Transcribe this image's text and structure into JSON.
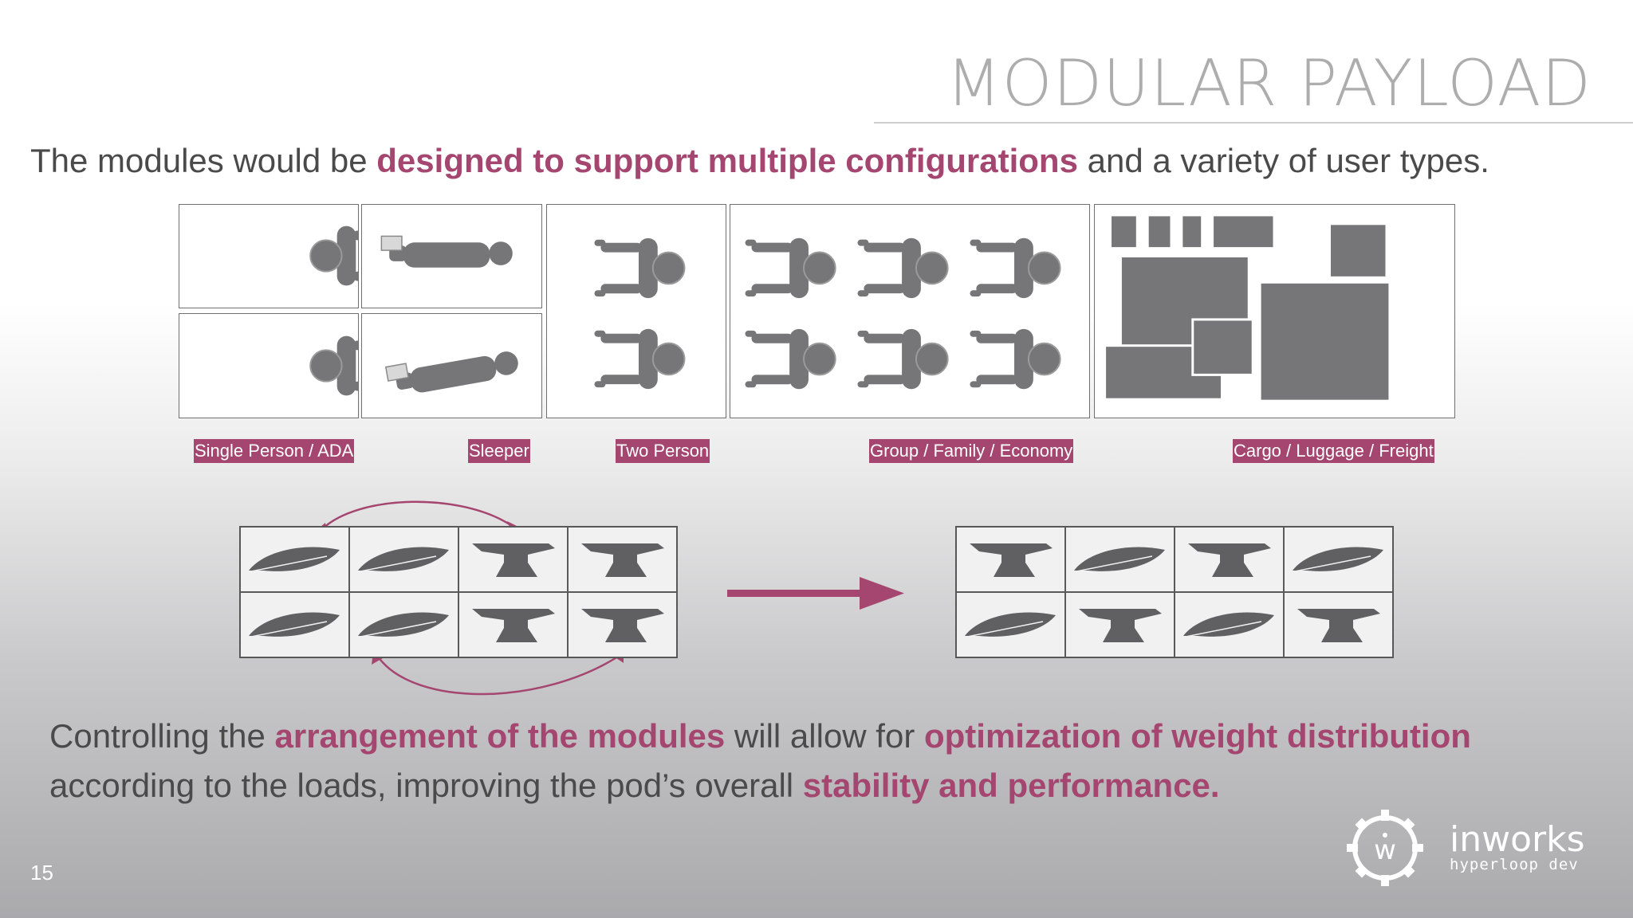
{
  "title": "MODULAR PAYLOAD",
  "subtitle": {
    "pre": "The modules would be ",
    "highlight": "designed to support multiple configurations",
    "post": " and a variety of user types."
  },
  "configurations": [
    "Single Person / ADA",
    "Sleeper",
    "Two Person",
    "Group / Family / Economy",
    "Cargo / Luggage / Freight"
  ],
  "bottom_text": {
    "p1": "Controlling the ",
    "h1": "arrangement of the modules",
    "p2": " will allow for ",
    "h2": "optimization of weight distribution",
    "p3": "according to the loads, improving the pod’s overall ",
    "h3": "stability and performance."
  },
  "grid_before": [
    [
      "feather-icon",
      "feather-icon",
      "anvil-icon",
      "anvil-icon"
    ],
    [
      "feather-icon",
      "feather-icon",
      "anvil-icon",
      "anvil-icon"
    ]
  ],
  "grid_after": [
    [
      "anvil-icon",
      "feather-icon",
      "anvil-icon",
      "feather-icon"
    ],
    [
      "feather-icon",
      "anvil-icon",
      "feather-icon",
      "anvil-icon"
    ]
  ],
  "page_number": "15",
  "logo": {
    "name": "inworks",
    "tagline": "hyperloop dev"
  },
  "colors": {
    "accent": "#a4466f",
    "text": "#4a4a4a",
    "title": "#adadad",
    "figure": "#767578"
  }
}
